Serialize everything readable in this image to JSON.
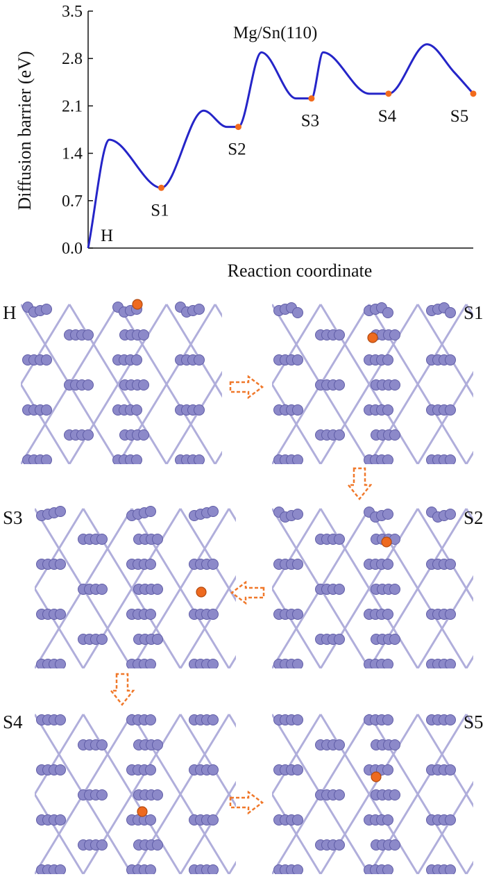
{
  "chart_data": {
    "type": "line",
    "title": "Mg/Sn(110)",
    "xlabel": "Reaction coordinate",
    "ylabel": "Diffusion barrier (eV)",
    "ylim": [
      0.0,
      3.5
    ],
    "yticks": [
      "0.0",
      "0.7",
      "1.4",
      "2.1",
      "2.8",
      "3.5"
    ],
    "grid": false,
    "series": [
      {
        "x": [
          0.0,
          0.055,
          0.19,
          0.3,
          0.36,
          0.39,
          0.45,
          0.54,
          0.58,
          0.61,
          0.73,
          0.78,
          0.88,
          0.95,
          1.0
        ],
        "values": [
          0.0,
          1.6,
          0.89,
          2.03,
          1.79,
          1.79,
          2.89,
          2.21,
          2.21,
          2.89,
          2.28,
          2.28,
          3.01,
          2.6,
          2.28
        ]
      }
    ],
    "states": [
      {
        "label": "H",
        "x": 0.0,
        "y": 0.0
      },
      {
        "label": "S1",
        "x": 0.19,
        "y": 0.89
      },
      {
        "label": "S2",
        "x": 0.39,
        "y": 1.79
      },
      {
        "label": "S3",
        "x": 0.58,
        "y": 2.21
      },
      {
        "label": "S4",
        "x": 0.78,
        "y": 2.28
      },
      {
        "label": "S5",
        "x": 1.0,
        "y": 2.28
      }
    ]
  },
  "colors": {
    "curve": "#2525c8",
    "marker": "#f26b1d",
    "atom": "#8c89c9",
    "bond": "#9d9bd3",
    "mg_atom": "#ee6a1f",
    "arrow": "#f0782a"
  },
  "structure_panels": [
    {
      "label": "H"
    },
    {
      "label": "S1"
    },
    {
      "label": "S3"
    },
    {
      "label": "S2"
    },
    {
      "label": "S4"
    },
    {
      "label": "S5"
    }
  ]
}
